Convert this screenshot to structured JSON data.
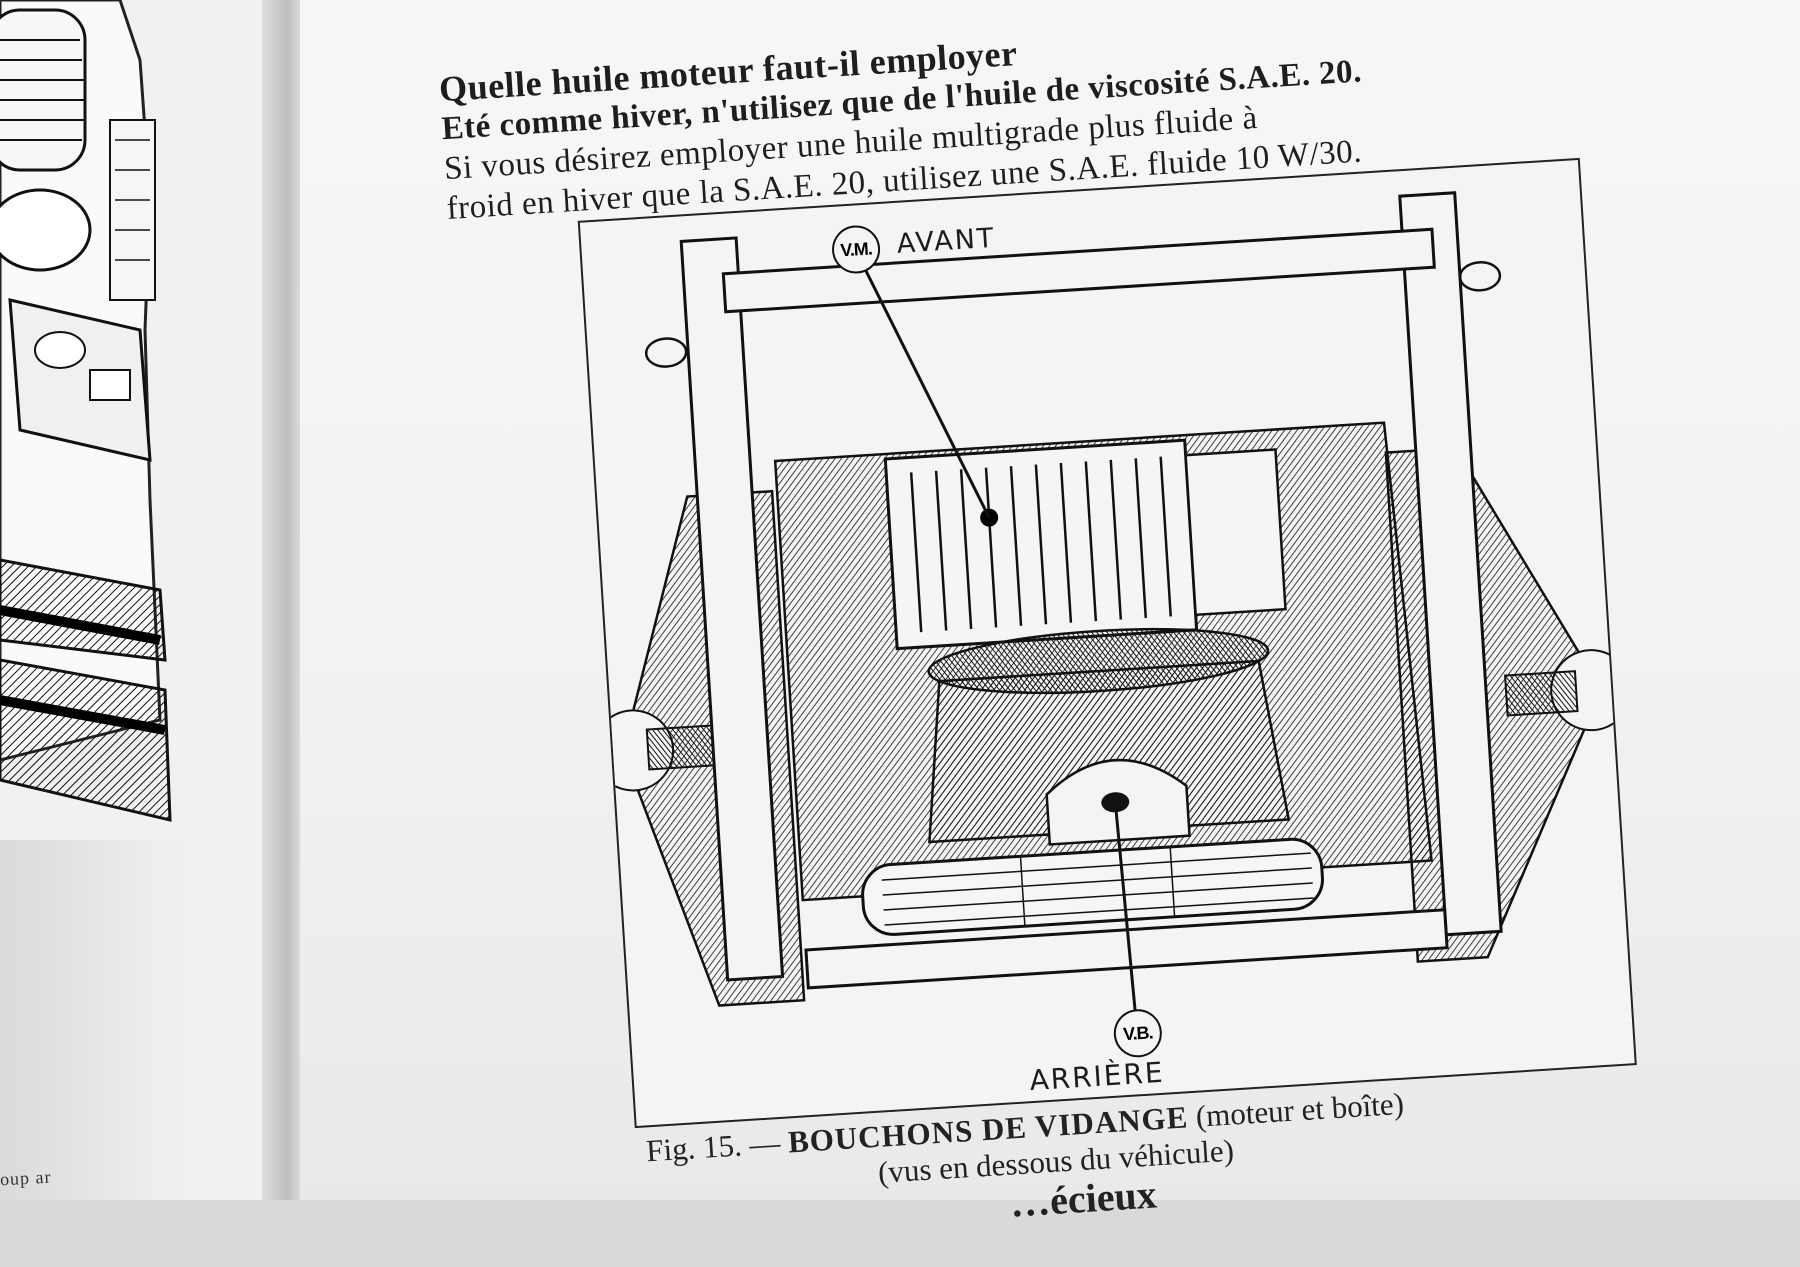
{
  "text": {
    "heading": "Quelle huile moteur faut-il employer",
    "line1": "Eté comme hiver, n'utilisez que de l'huile de viscosité S.A.E. 20.",
    "line2": "Si vous désirez employer une huile multigrade plus fluide à",
    "line3": "froid en hiver que la S.A.E. 20, utilisez une S.A.E. fluide 10 W/30."
  },
  "figure": {
    "label_front": "AVANT",
    "label_rear": "ARRIÈRE",
    "callout_engine": "V.M.",
    "callout_gearbox": "V.B."
  },
  "caption": {
    "number": "Fig. 15. —",
    "title": "BOUCHONS DE VIDANGE",
    "detail": "(moteur et boîte)",
    "subtitle": "(vus en dessous du véhicule)"
  },
  "footer": {
    "left_fragment": "oup ar",
    "next_heading_fragment": "…écieux"
  }
}
